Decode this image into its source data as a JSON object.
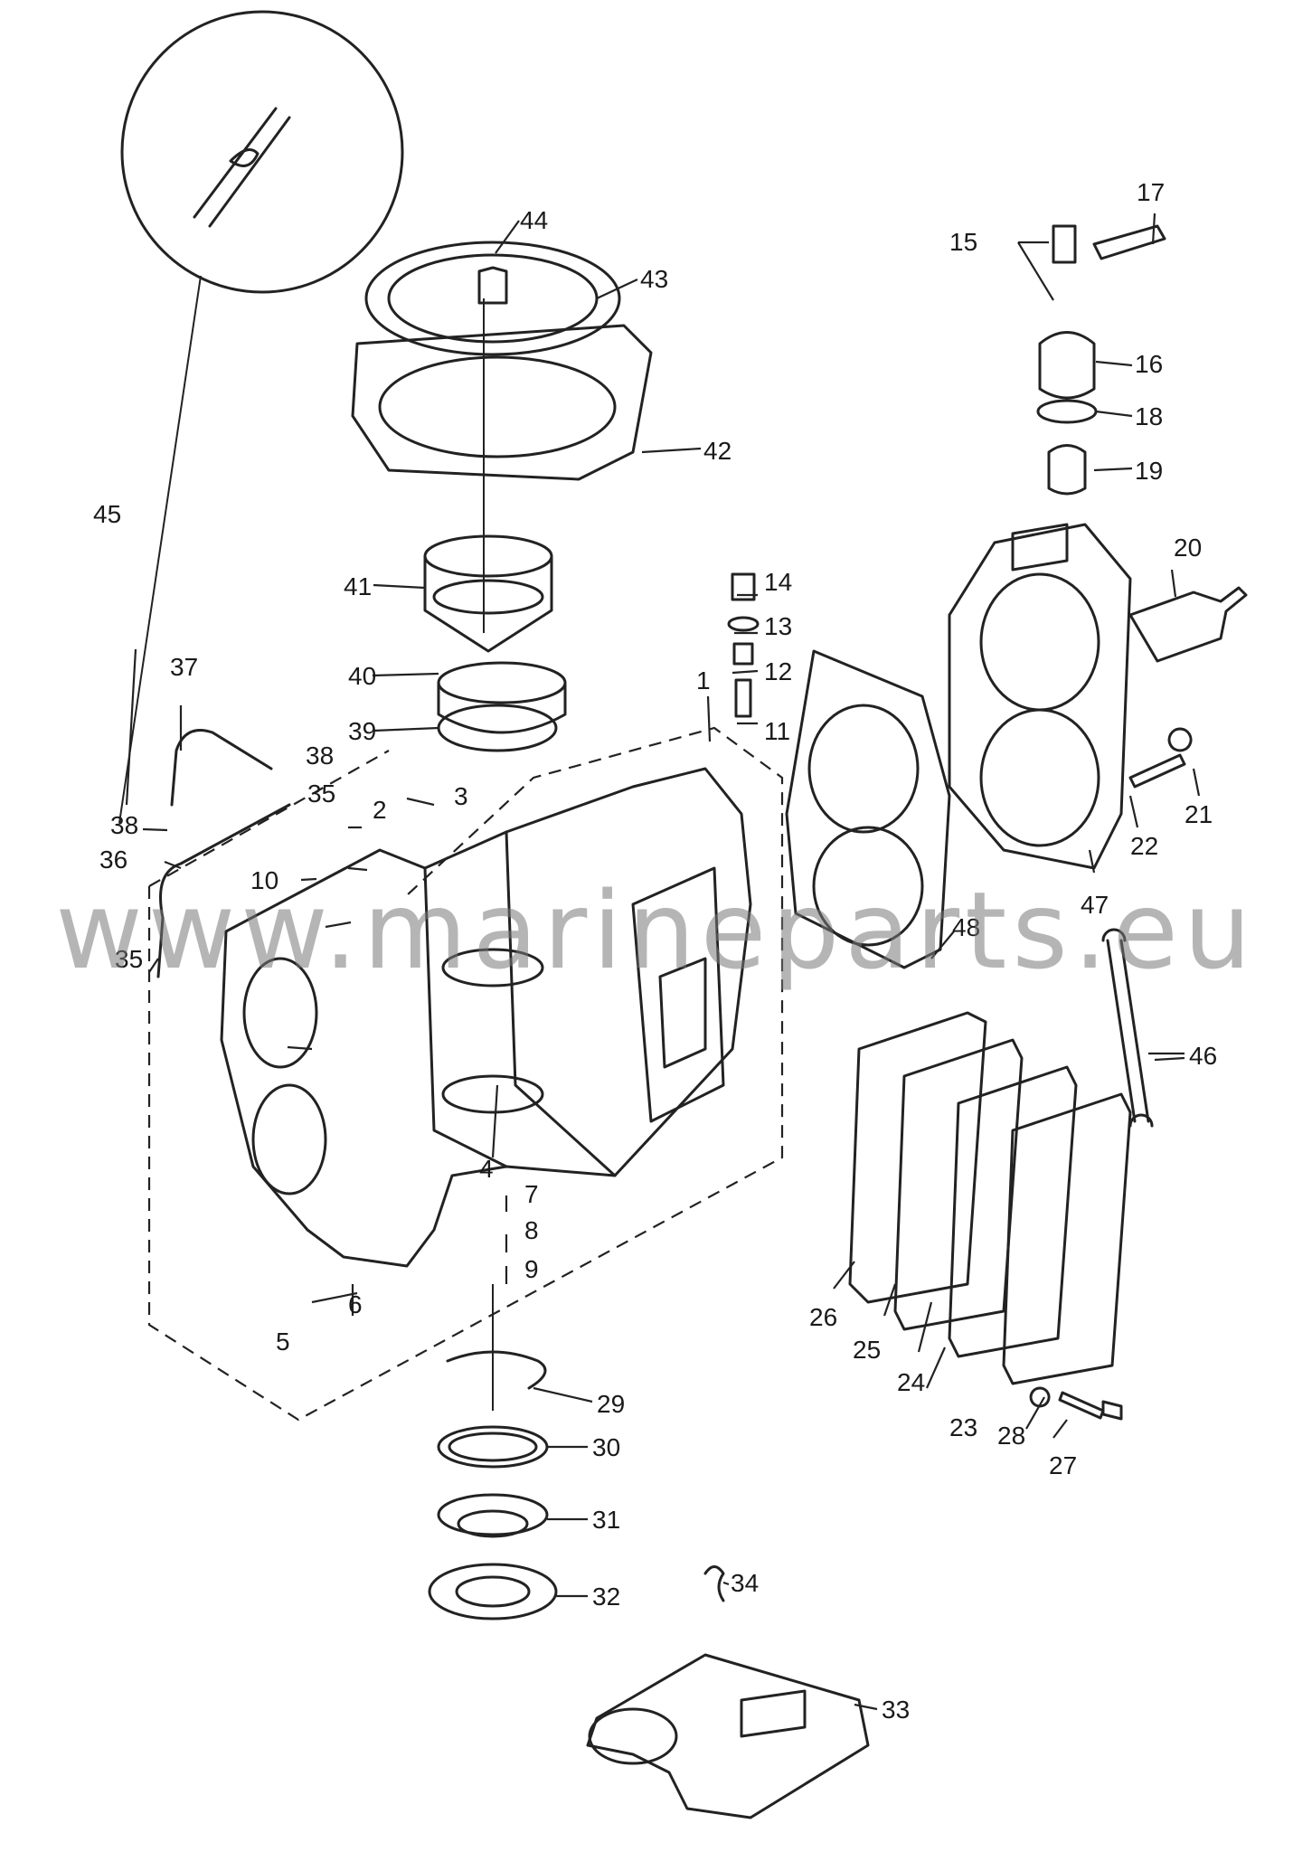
{
  "watermark": "www.marineparts.eu",
  "labels": [
    {
      "id": "1",
      "text": "1"
    },
    {
      "id": "2",
      "text": "2"
    },
    {
      "id": "3",
      "text": "3"
    },
    {
      "id": "4",
      "text": "4"
    },
    {
      "id": "5",
      "text": "5"
    },
    {
      "id": "6",
      "text": "6"
    },
    {
      "id": "7",
      "text": "7"
    },
    {
      "id": "8",
      "text": "8"
    },
    {
      "id": "9",
      "text": "9"
    },
    {
      "id": "10",
      "text": "10"
    },
    {
      "id": "11",
      "text": "11"
    },
    {
      "id": "12",
      "text": "12"
    },
    {
      "id": "13",
      "text": "13"
    },
    {
      "id": "14",
      "text": "14"
    },
    {
      "id": "15",
      "text": "15"
    },
    {
      "id": "16",
      "text": "16"
    },
    {
      "id": "17",
      "text": "17"
    },
    {
      "id": "18",
      "text": "18"
    },
    {
      "id": "19",
      "text": "19"
    },
    {
      "id": "20",
      "text": "20"
    },
    {
      "id": "21",
      "text": "21"
    },
    {
      "id": "22",
      "text": "22"
    },
    {
      "id": "23",
      "text": "23"
    },
    {
      "id": "24",
      "text": "24"
    },
    {
      "id": "25",
      "text": "25"
    },
    {
      "id": "26",
      "text": "26"
    },
    {
      "id": "27",
      "text": "27"
    },
    {
      "id": "28",
      "text": "28"
    },
    {
      "id": "29",
      "text": "29"
    },
    {
      "id": "30",
      "text": "30"
    },
    {
      "id": "31",
      "text": "31"
    },
    {
      "id": "32",
      "text": "32"
    },
    {
      "id": "33",
      "text": "33"
    },
    {
      "id": "34",
      "text": "34"
    },
    {
      "id": "35a",
      "text": "35"
    },
    {
      "id": "35b",
      "text": "35"
    },
    {
      "id": "36",
      "text": "36"
    },
    {
      "id": "37",
      "text": "37"
    },
    {
      "id": "38a",
      "text": "38"
    },
    {
      "id": "38b",
      "text": "38"
    },
    {
      "id": "39",
      "text": "39"
    },
    {
      "id": "40",
      "text": "40"
    },
    {
      "id": "41",
      "text": "41"
    },
    {
      "id": "42",
      "text": "42"
    },
    {
      "id": "43",
      "text": "43"
    },
    {
      "id": "44",
      "text": "44"
    },
    {
      "id": "45",
      "text": "45"
    },
    {
      "id": "46",
      "text": "46"
    },
    {
      "id": "47",
      "text": "47"
    },
    {
      "id": "48",
      "text": "48"
    }
  ]
}
